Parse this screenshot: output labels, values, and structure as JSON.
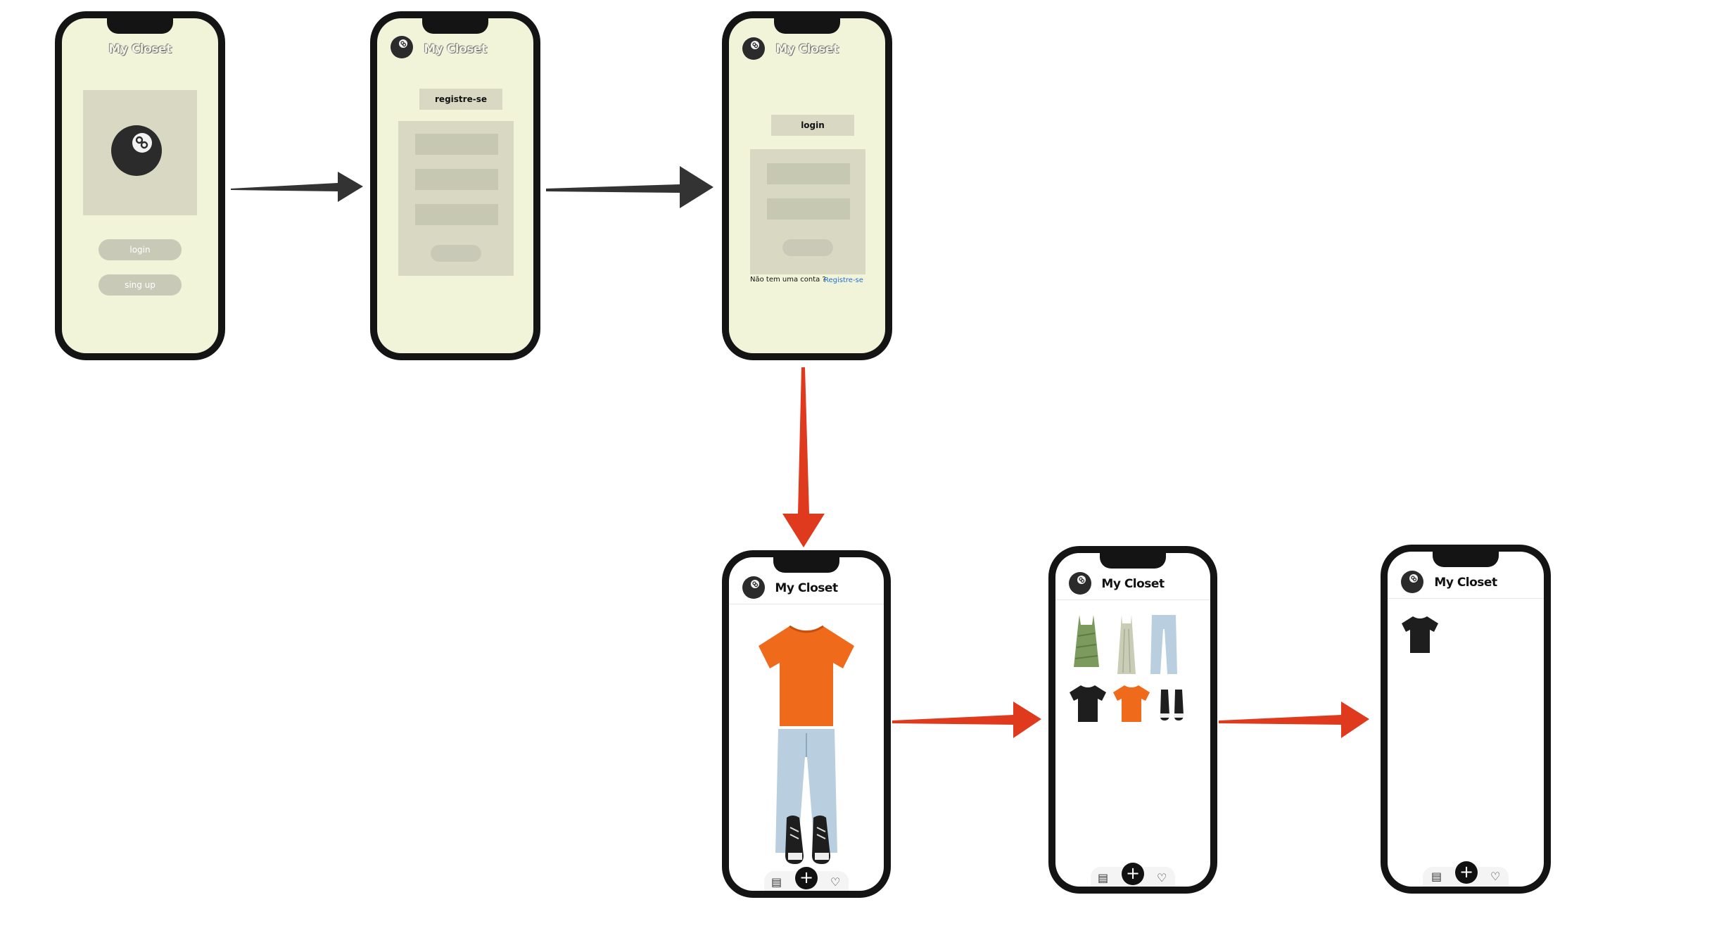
{
  "app_title": "My Closet",
  "screens": {
    "splash": {
      "login_label": "login",
      "signup_label": "sing up"
    },
    "register": {
      "header_label": "registre-se"
    },
    "login": {
      "header_label": "login",
      "no_account_text": "Não tem uma conta ?",
      "register_link": "Registre-se"
    }
  },
  "icons": {
    "avatar": "eight-ball-icon",
    "add": "plus-icon",
    "wardrobe": "wardrobe-icon",
    "favorites": "heart-icon"
  },
  "colors": {
    "cream_screen": "#f2f4d9",
    "box_gray": "#d9d9c3",
    "field_gray": "#c6c8b2",
    "pill_gray": "#c8c9b7",
    "dark_arrow": "#333333",
    "red_arrow": "#e03a1e",
    "orange_shirt": "#f06a1c",
    "jeans": "#b9cfe0",
    "green_dress": "#7d9a5e",
    "link_blue": "#1f6fd6"
  }
}
